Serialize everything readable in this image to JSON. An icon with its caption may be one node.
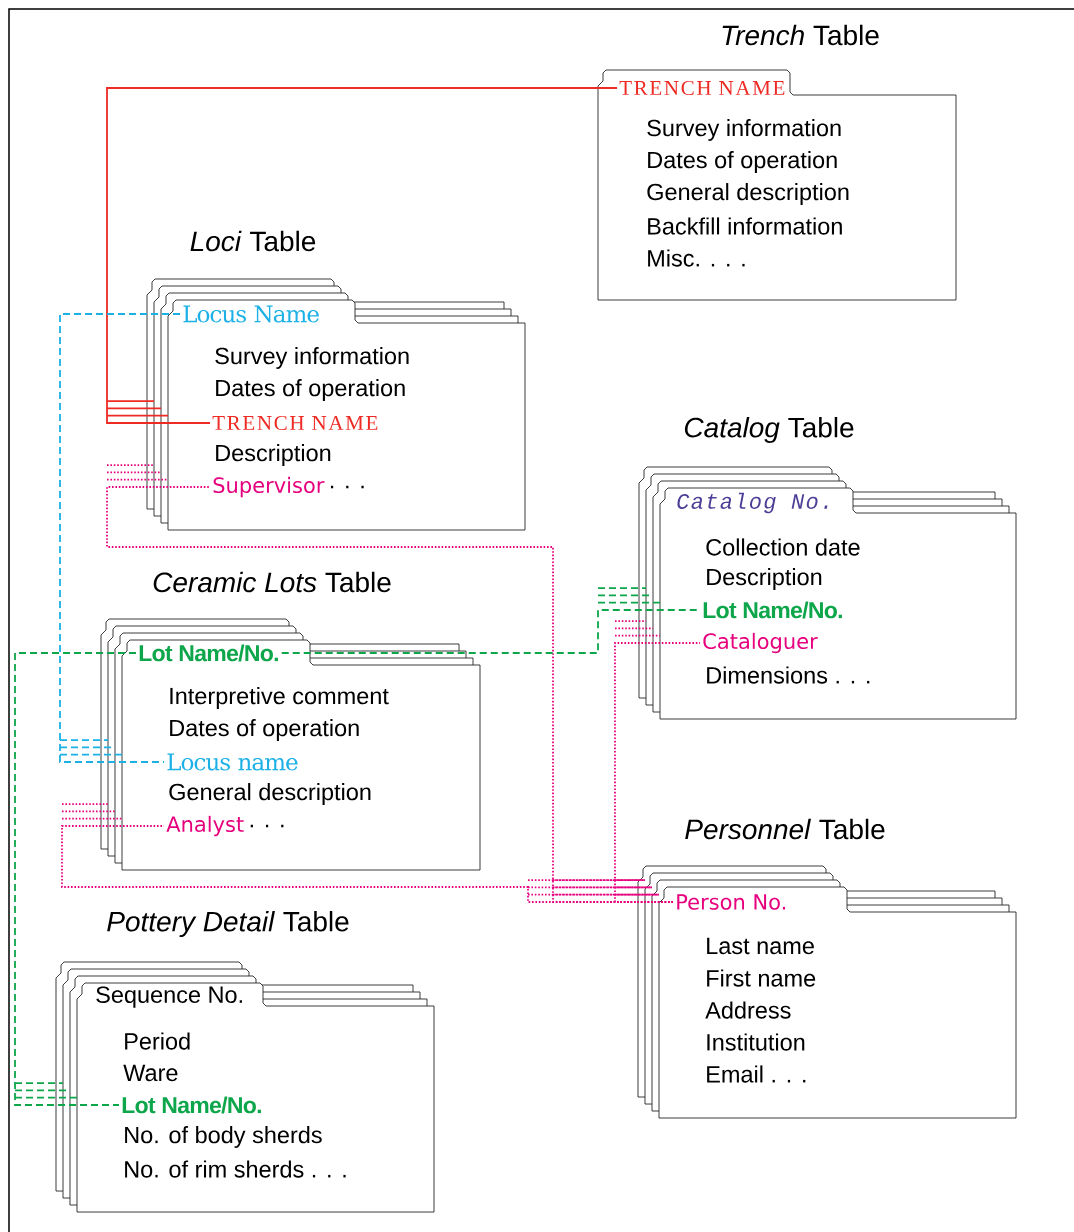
{
  "diagram": {
    "nodes": [
      {
        "text": [
          "*Trench* Table",
          "Survey information",
          "Dates of operation",
          "General description",
          "Backfill information",
          "Misc. . . ."
        ]
      },
      {
        "text": [
          "TRENCH NAME"
        ],
        "in": 0
      },
      {
        "text": [
          "*Loci* Table",
          "Survey information",
          "Dates of operation",
          "Description"
        ]
      },
      {
        "text": [
          "Locus Name"
        ],
        "in": 2
      },
      {
        "text": [
          "TRENCH NAME"
        ],
        "in": 2
      },
      {
        "text": [
          "Supervisor"
        ],
        "in": 2,
        "beside": [
          ". . ."
        ]
      },
      {
        "text": [
          "*Catalog* Table",
          "Collection date",
          "Description",
          "Dimensions . . ."
        ]
      },
      {
        "text": [
          "Catalog No."
        ],
        "in": 6
      },
      {
        "text": [
          "Lot Name/No."
        ],
        "in": 6
      },
      {
        "text": [
          "Cataloguer"
        ],
        "in": 6
      },
      {
        "text": [
          "*Ceramic Lots* Table",
          "Interpretive comment",
          "Dates of operation",
          "General description"
        ]
      },
      {
        "text": [
          "Lot Name/No."
        ],
        "in": 10
      },
      {
        "text": [
          "Locus name"
        ],
        "in": 10
      },
      {
        "text": [
          "Analyst"
        ],
        "in": 10,
        "beside": [
          ". . ."
        ]
      },
      {
        "text": [
          "*Personnel* Table",
          "Last name",
          "First name",
          "Address",
          "Institution",
          "Email . . ."
        ]
      },
      {
        "text": [
          "Person No."
        ],
        "in": 14
      },
      {
        "text": [
          "*Pottery Detail* Table",
          "Sequence No.",
          "Period",
          "Ware",
          "No. of body sherds",
          "No. of rim sherds . . ."
        ]
      },
      {
        "text": [
          "Lot Name/No."
        ],
        "in": 16
      }
    ],
    "edges": [
      {
        "from": 1,
        "to": 4,
        "arrow": "none",
        "color": "#ee2a24"
      },
      {
        "from": 3,
        "to": 12,
        "arrow": "none",
        "style": "dashed",
        "color": "#1bb0e6"
      },
      {
        "from": 15,
        "to": 5,
        "arrow": "none",
        "style": "dashed",
        "color": "#e6007e"
      },
      {
        "from": 15,
        "to": 13,
        "arrow": "none",
        "style": "dashed",
        "color": "#e6007e"
      },
      {
        "from": 15,
        "to": 9,
        "arrow": "none",
        "style": "dashed",
        "color": "#e6007e"
      },
      {
        "from": 11,
        "to": 8,
        "arrow": "none",
        "style": "dashed",
        "color": "#0da64a"
      },
      {
        "from": 11,
        "to": 17,
        "arrow": "none",
        "style": "dashed",
        "color": "#0da64a"
      }
    ]
  }
}
